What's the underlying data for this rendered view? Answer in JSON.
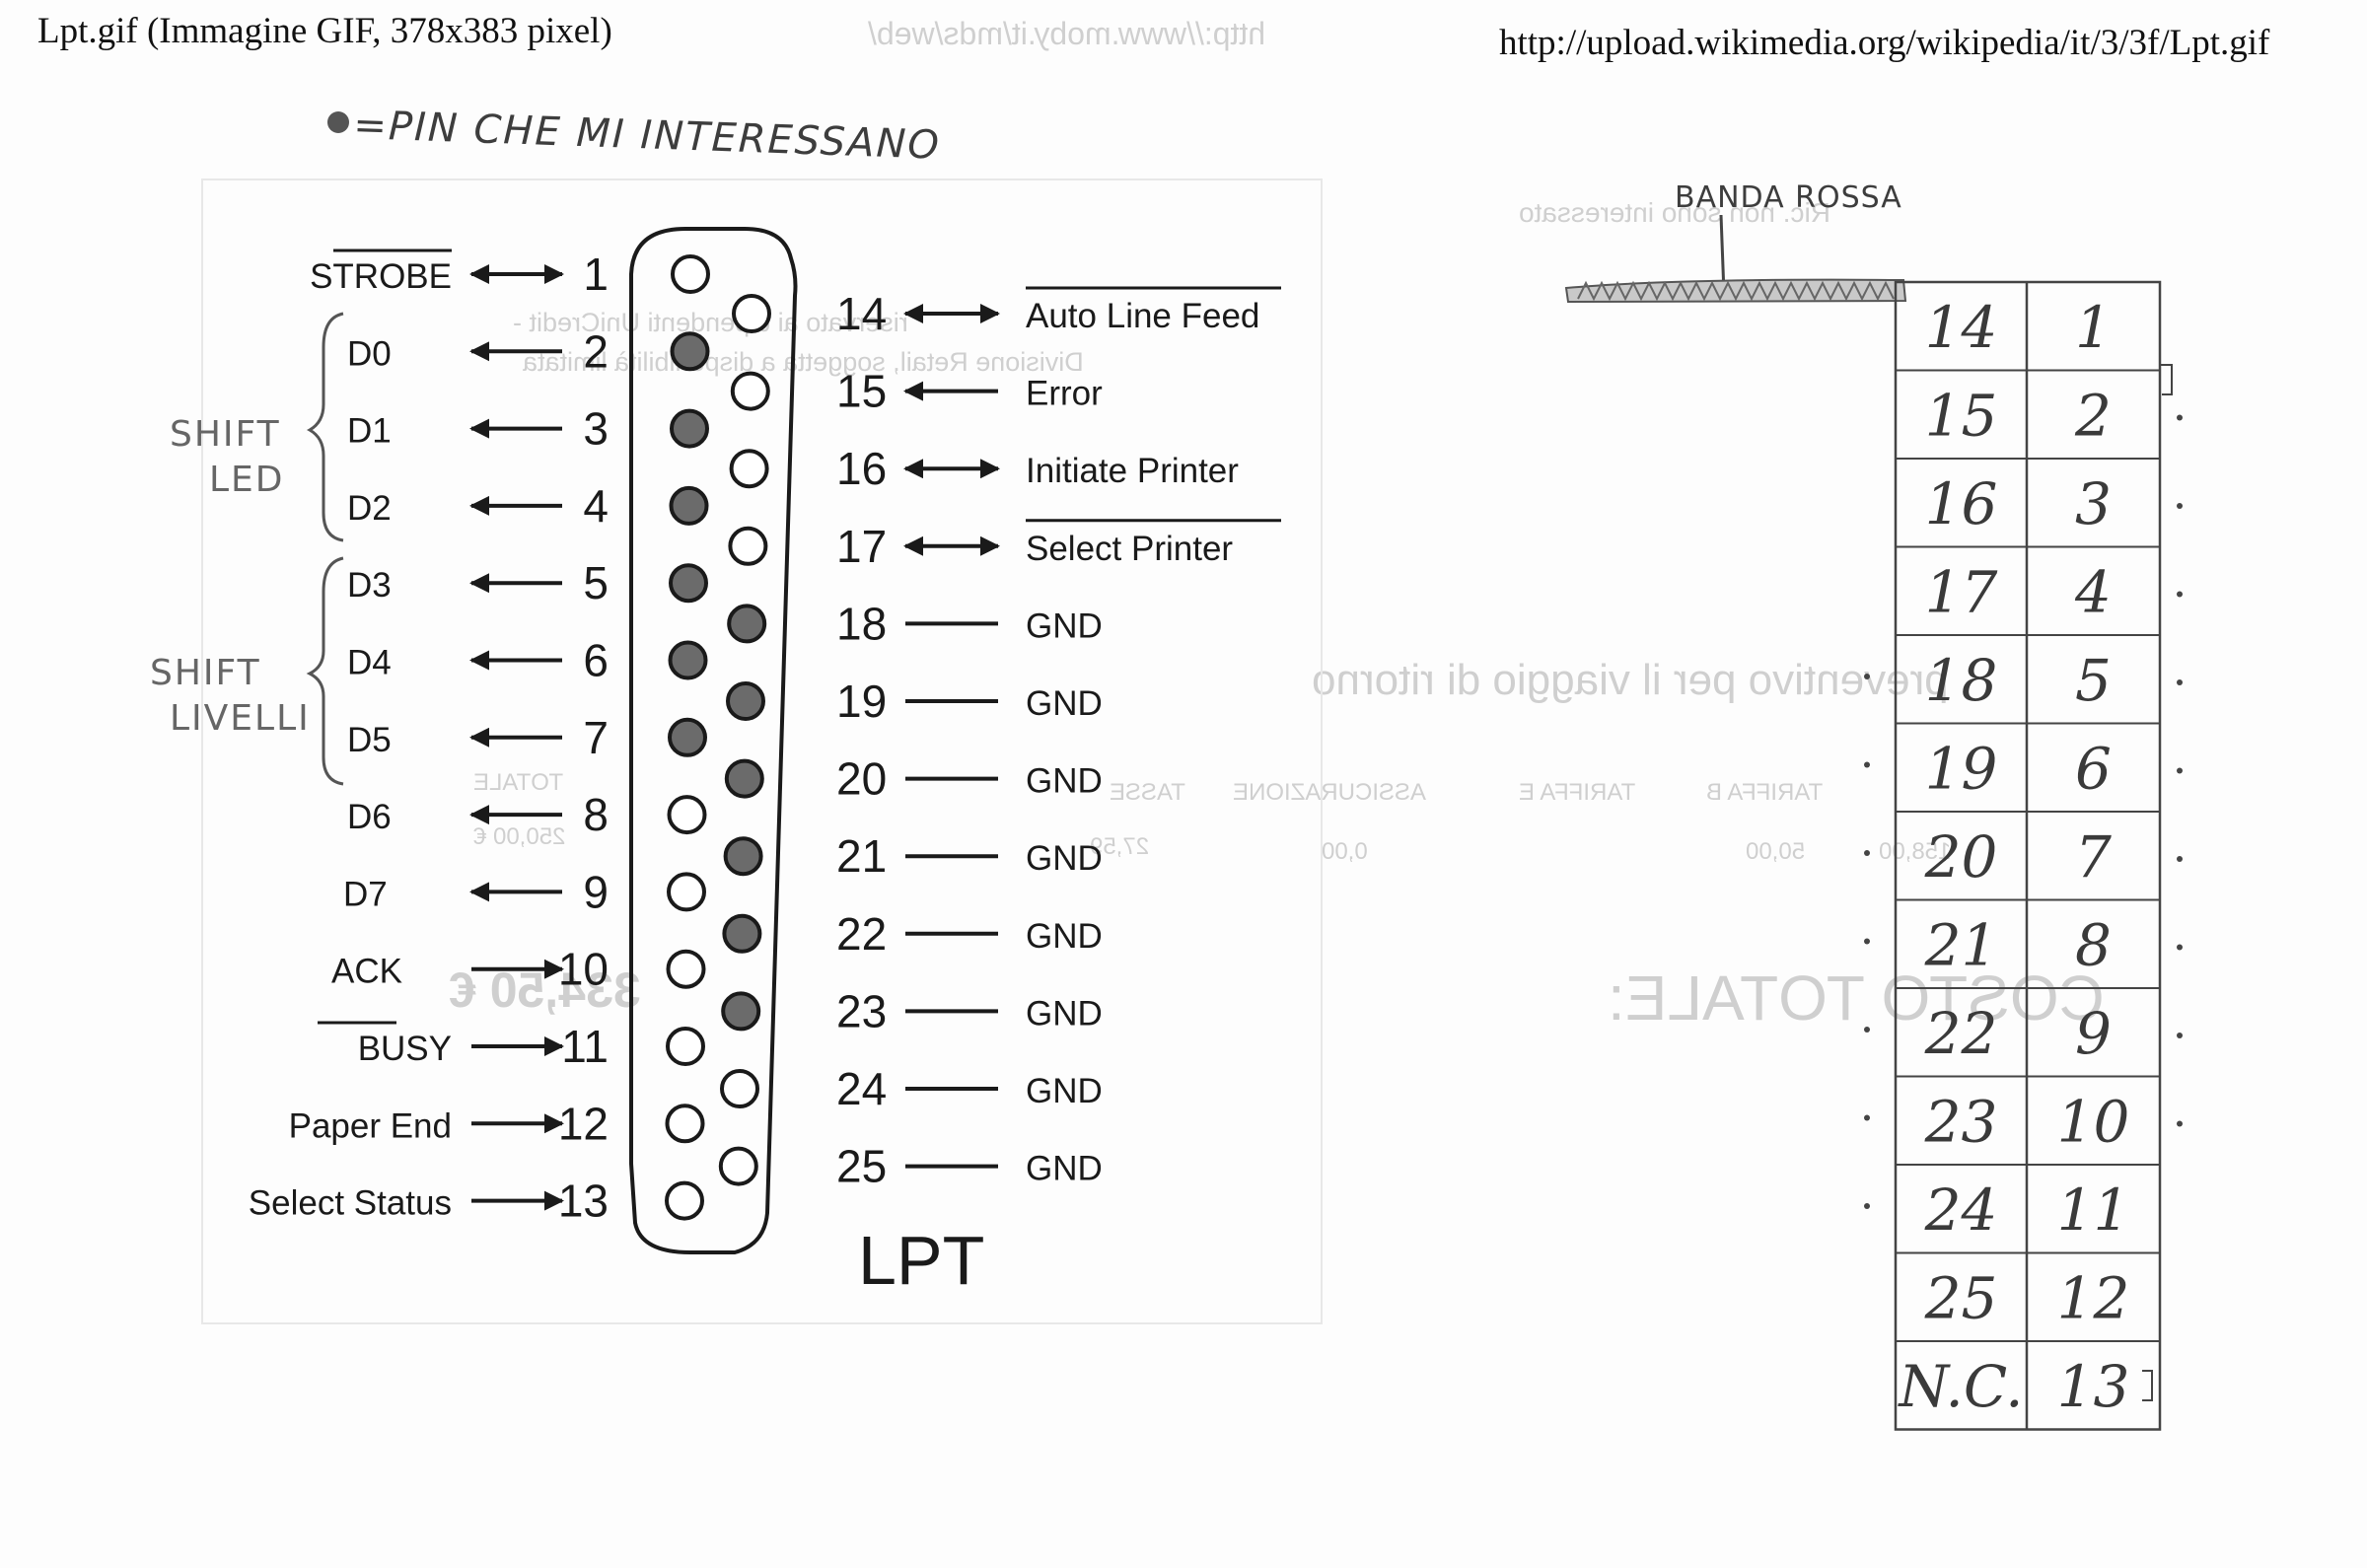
{
  "header": {
    "title": "Lpt.gif (Immagine GIF, 378x383 pixel)",
    "url": "http://upload.wikimedia.org/wikipedia/it/3/3f/Lpt.gif"
  },
  "legend": {
    "text": "=PIN CHE MI INTERESSANO"
  },
  "connector": {
    "label": "LPT"
  },
  "left_pins": [
    {
      "num": "1",
      "signal": "STROBE",
      "overline": true,
      "dir": "both",
      "used": false
    },
    {
      "num": "2",
      "signal": "D0",
      "overline": false,
      "dir": "out",
      "used": true
    },
    {
      "num": "3",
      "signal": "D1",
      "overline": false,
      "dir": "out",
      "used": true
    },
    {
      "num": "4",
      "signal": "D2",
      "overline": false,
      "dir": "out",
      "used": true
    },
    {
      "num": "5",
      "signal": "D3",
      "overline": false,
      "dir": "out",
      "used": true
    },
    {
      "num": "6",
      "signal": "D4",
      "overline": false,
      "dir": "out",
      "used": true
    },
    {
      "num": "7",
      "signal": "D5",
      "overline": false,
      "dir": "out",
      "used": true
    },
    {
      "num": "8",
      "signal": "D6",
      "overline": false,
      "dir": "out",
      "used": false
    },
    {
      "num": "9",
      "signal": "D7",
      "overline": false,
      "dir": "out",
      "used": false
    },
    {
      "num": "10",
      "signal": "ACK",
      "overline": false,
      "dir": "in",
      "used": false
    },
    {
      "num": "11",
      "signal": "BUSY",
      "overline": true,
      "dir": "in",
      "used": false
    },
    {
      "num": "12",
      "signal": "Paper End",
      "overline": false,
      "dir": "in",
      "used": false
    },
    {
      "num": "13",
      "signal": "Select Status",
      "overline": false,
      "dir": "in",
      "used": false
    }
  ],
  "right_pins": [
    {
      "num": "14",
      "signal": "Auto Line Feed",
      "overline": true,
      "dir": "both",
      "used": false
    },
    {
      "num": "15",
      "signal": "Error",
      "overline": false,
      "dir": "in",
      "used": false
    },
    {
      "num": "16",
      "signal": "Initiate Printer",
      "overline": false,
      "dir": "both",
      "used": false
    },
    {
      "num": "17",
      "signal": "Select Printer",
      "overline": true,
      "dir": "both",
      "used": false
    },
    {
      "num": "18",
      "signal": "GND",
      "overline": false,
      "dir": "none",
      "used": true
    },
    {
      "num": "19",
      "signal": "GND",
      "overline": false,
      "dir": "none",
      "used": true
    },
    {
      "num": "20",
      "signal": "GND",
      "overline": false,
      "dir": "none",
      "used": true
    },
    {
      "num": "21",
      "signal": "GND",
      "overline": false,
      "dir": "none",
      "used": true
    },
    {
      "num": "22",
      "signal": "GND",
      "overline": false,
      "dir": "none",
      "used": true
    },
    {
      "num": "23",
      "signal": "GND",
      "overline": false,
      "dir": "none",
      "used": true
    },
    {
      "num": "24",
      "signal": "GND",
      "overline": false,
      "dir": "none",
      "used": false
    },
    {
      "num": "25",
      "signal": "GND",
      "overline": false,
      "dir": "none",
      "used": false
    }
  ],
  "groups": [
    {
      "line1": "SHIFT",
      "line2": "LED"
    },
    {
      "line1": "SHIFT",
      "line2": "LIVELLI"
    }
  ],
  "cable": {
    "label": "BANDA ROSSA",
    "rows": [
      [
        "14",
        "1"
      ],
      [
        "15",
        "2"
      ],
      [
        "16",
        "3"
      ],
      [
        "17",
        "4"
      ],
      [
        "18",
        "5"
      ],
      [
        "19",
        "6"
      ],
      [
        "20",
        "7"
      ],
      [
        "21",
        "8"
      ],
      [
        "22",
        "9"
      ],
      [
        "23",
        "10"
      ],
      [
        "24",
        "11"
      ],
      [
        "25",
        "12"
      ],
      [
        "N.C.",
        "13"
      ]
    ]
  },
  "bleed_through": [
    "http://www.moby.it/mds/web/",
    "Ric. non sono interessato",
    "riservato ai dipendenti UniCredit -",
    "Divisione Retail, soggetta a disponibilità limitata",
    "preventivo per il viaggio di ritorno",
    "TOTALE",
    "TASSE",
    "ASSICURAZIONE",
    "TARIFFA B",
    "TARIFFA E",
    "250,00 €",
    "27,59",
    "0,00",
    "50,00",
    "158,00",
    "334,50 €",
    "COSTO TOTALE:"
  ],
  "colors": {
    "ink": "#1a1a1a",
    "pencil": "#555555",
    "used_pin": "#6b6b6b",
    "ghost": "#cfcfcf"
  }
}
